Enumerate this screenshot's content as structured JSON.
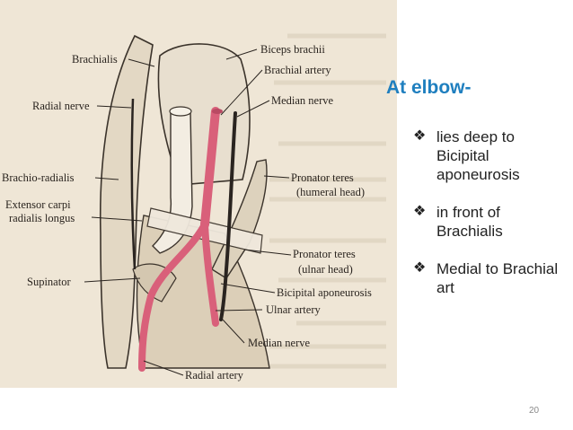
{
  "slide": {
    "heading": "At elbow-",
    "bullets": [
      {
        "icon": "diamond-bullet-icon",
        "text": "lies deep to Bicipital aponeurosis"
      },
      {
        "icon": "diamond-bullet-icon",
        "text": "in front of Brachialis"
      },
      {
        "icon": "diamond-bullet-icon",
        "text": "Medial to Brachial art"
      }
    ],
    "bullet_glyph": "❖",
    "page_number": "20"
  },
  "figure": {
    "labels": {
      "biceps_brachii": "Biceps brachii",
      "brachial_artery": "Brachial artery",
      "brachialis": "Brachialis",
      "median_nerve_top": "Median nerve",
      "radial_nerve": "Radial nerve",
      "brachio_radialis": "Brachio-radialis",
      "pronator_teres_humeral_1": "Pronator teres",
      "pronator_teres_humeral_2": "(humeral head)",
      "extensor_carpi_1": "Extensor carpi",
      "extensor_carpi_2": "radialis longus",
      "pronator_teres_ulnar_1": "Pronator teres",
      "pronator_teres_ulnar_2": "(ulnar head)",
      "supinator": "Supinator",
      "bicipital_aponeurosis": "Bicipital aponeurosis",
      "ulnar_artery": "Ulnar artery",
      "median_nerve_bottom": "Median nerve",
      "radial_artery": "Radial artery"
    }
  },
  "colors": {
    "heading": "#1f7fbf",
    "artery": "#d9607a",
    "page_background": "#efe6d6"
  }
}
